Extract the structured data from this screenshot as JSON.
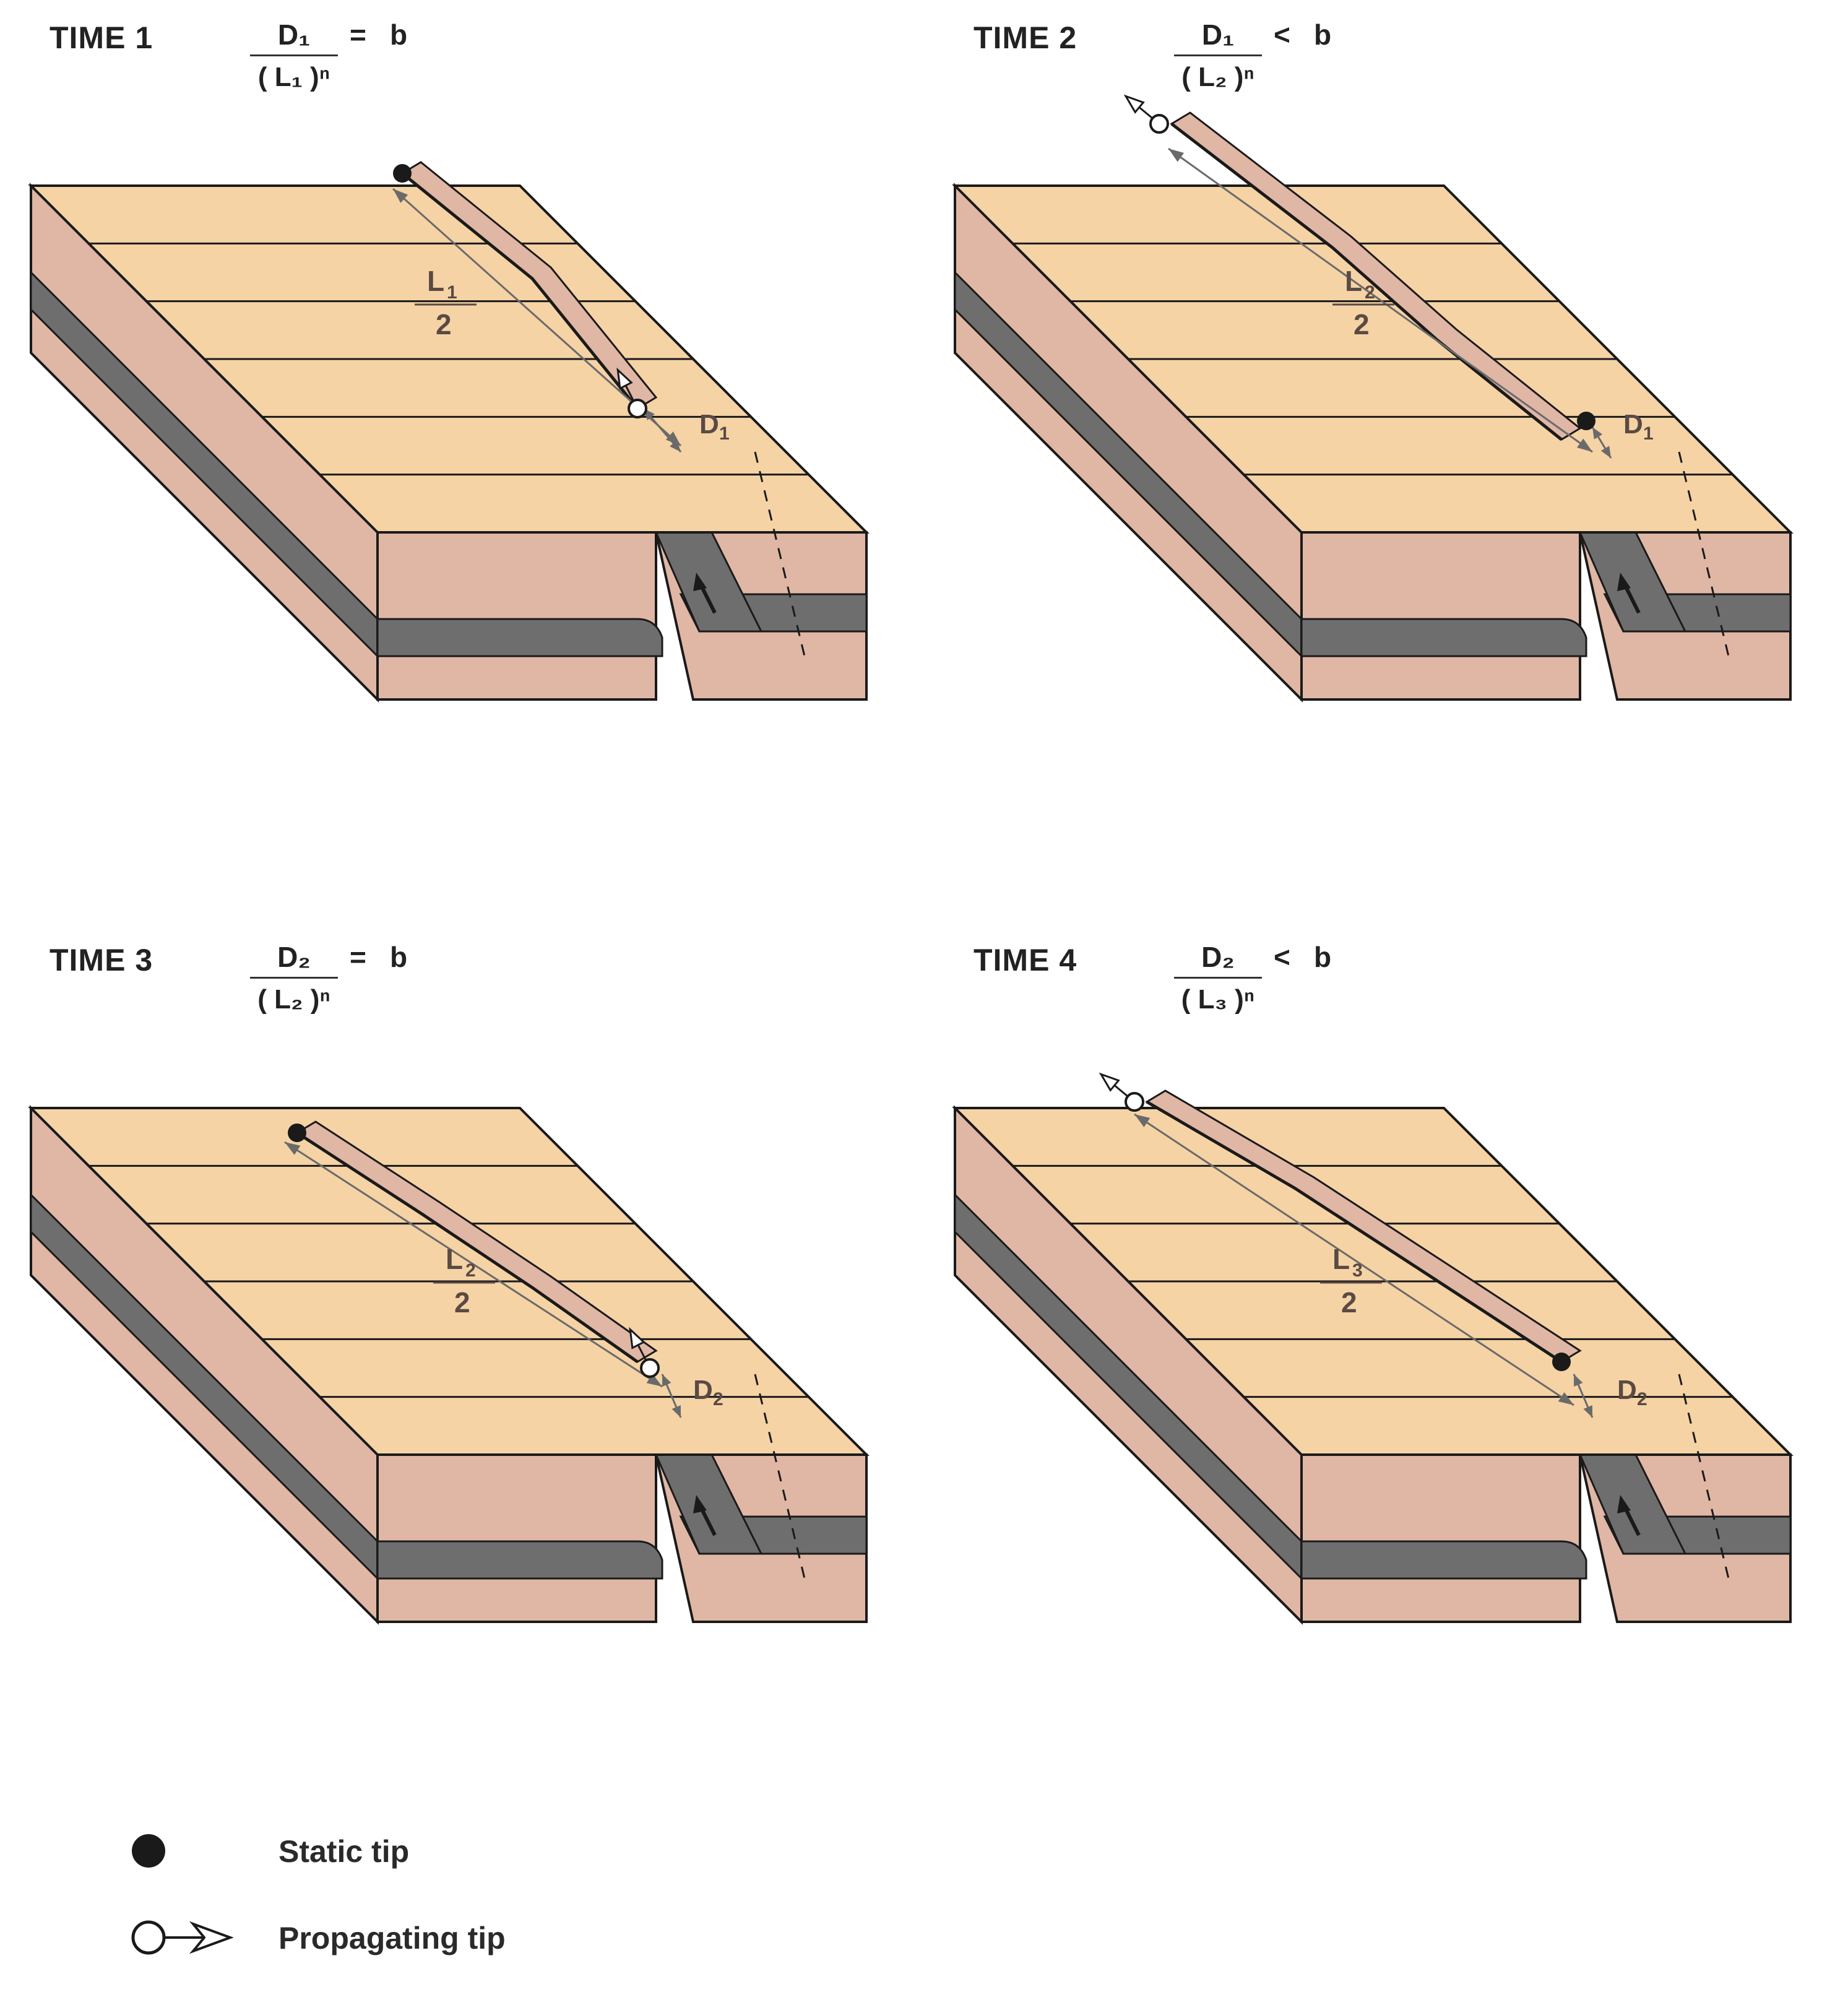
{
  "panels": [
    {
      "time_label": "TIME 1",
      "formula": {
        "numerator": "D₁",
        "denominator": "( L₁ )ⁿ",
        "operator": "=",
        "rhs": "b"
      },
      "length_label": {
        "letter": "L",
        "sub": "1",
        "den": "2"
      },
      "disp_label": {
        "letter": "D",
        "sub": "1"
      }
    },
    {
      "time_label": "TIME 2",
      "formula": {
        "numerator": "D₁",
        "denominator": "( L₂ )ⁿ",
        "operator": "<",
        "rhs": "b"
      },
      "length_label": {
        "letter": "L",
        "sub": "2",
        "den": "2"
      },
      "disp_label": {
        "letter": "D",
        "sub": "1"
      }
    },
    {
      "time_label": "TIME 3",
      "formula": {
        "numerator": "D₂",
        "denominator": "( L₂ )ⁿ",
        "operator": "=",
        "rhs": "b"
      },
      "length_label": {
        "letter": "L",
        "sub": "2",
        "den": "2"
      },
      "disp_label": {
        "letter": "D",
        "sub": "2"
      }
    },
    {
      "time_label": "TIME 4",
      "formula": {
        "numerator": "D₂",
        "denominator": "( L₃ )ⁿ",
        "operator": "<",
        "rhs": "b"
      },
      "length_label": {
        "letter": "L",
        "sub": "3",
        "den": "2"
      },
      "disp_label": {
        "letter": "D",
        "sub": "2"
      }
    }
  ],
  "legend": {
    "static_tip": "Static tip",
    "propagating_tip": "Propagating tip"
  },
  "colors": {
    "top_surface": "#f5d3a5",
    "side_face": "#e0b6a5",
    "dark_layer": "#6e6e6e",
    "outline": "#1a1a1a",
    "guide_arrow": "#6a6a6a"
  },
  "icons": {
    "static_tip": "filled-circle-icon",
    "propagating_tip": "open-circle-arrow-icon"
  }
}
